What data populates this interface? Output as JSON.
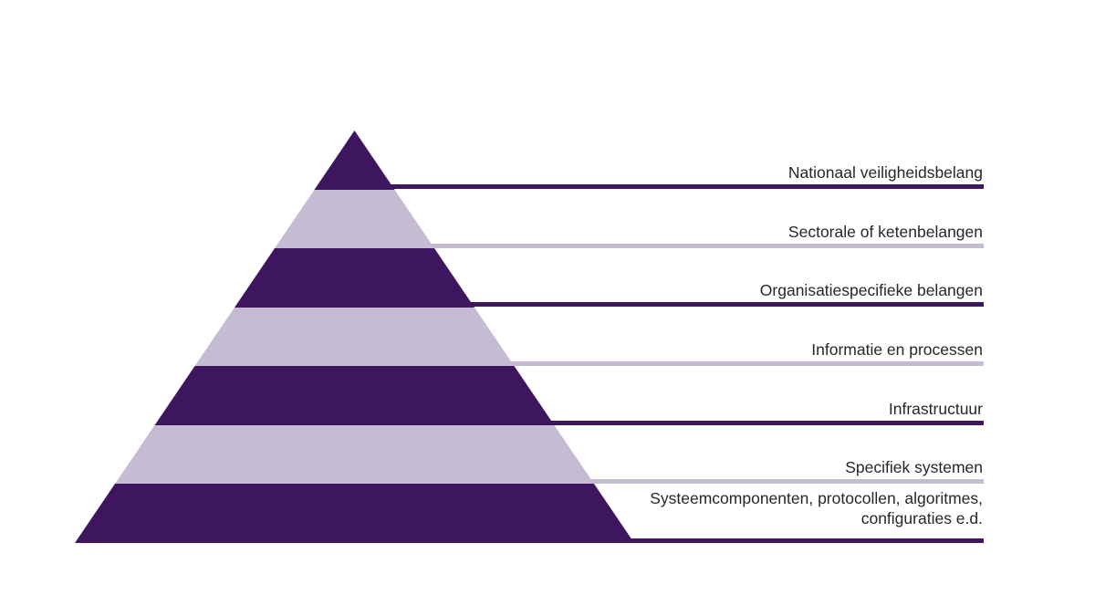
{
  "colors": {
    "dark": "#3d165f",
    "light": "#c5bbd3",
    "text": "#2a2627",
    "background": "#ffffff"
  },
  "pyramid": {
    "layers": [
      {
        "label": "Nationaal veiligheidsbelang",
        "tone": "dark"
      },
      {
        "label": "Sectorale of ketenbelangen",
        "tone": "light"
      },
      {
        "label": "Organisatiespecifieke belangen",
        "tone": "dark"
      },
      {
        "label": "Informatie en processen",
        "tone": "light"
      },
      {
        "label": "Infrastructuur",
        "tone": "dark"
      },
      {
        "label": "Specifiek systemen",
        "tone": "light"
      },
      {
        "label": "Systeemcomponenten, protocollen, algoritmes, configuraties e.d.",
        "tone": "dark"
      }
    ]
  }
}
